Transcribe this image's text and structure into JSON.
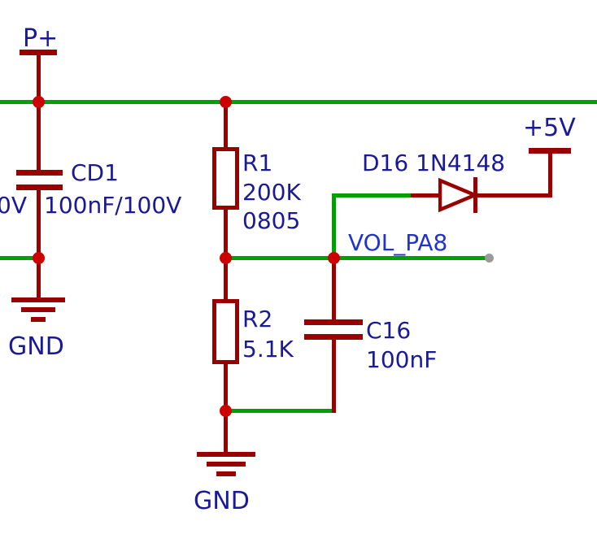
{
  "colors": {
    "wire": "#00a000",
    "component": "#990000",
    "junction": "#cc0000",
    "text": "#1a1a96",
    "netlabel": "#2233cc",
    "openend": "#9a9a9a",
    "bg": "#ffffff"
  },
  "labels": {
    "p_plus": "P+",
    "cd1_name": "CD1",
    "cd1_value": "100nF/100V",
    "clipped_value": "0V",
    "gnd_left": "GND",
    "r1_name": "R1",
    "r1_value": "200K",
    "r1_package": "0805",
    "d16": "D16 1N4148",
    "plus5v": "+5V",
    "net_vol_pa8": "VOL_PA8",
    "r2_name": "R2",
    "r2_value": "5.1K",
    "c16_name": "C16",
    "c16_value": "100nF",
    "gnd_bottom": "GND"
  }
}
